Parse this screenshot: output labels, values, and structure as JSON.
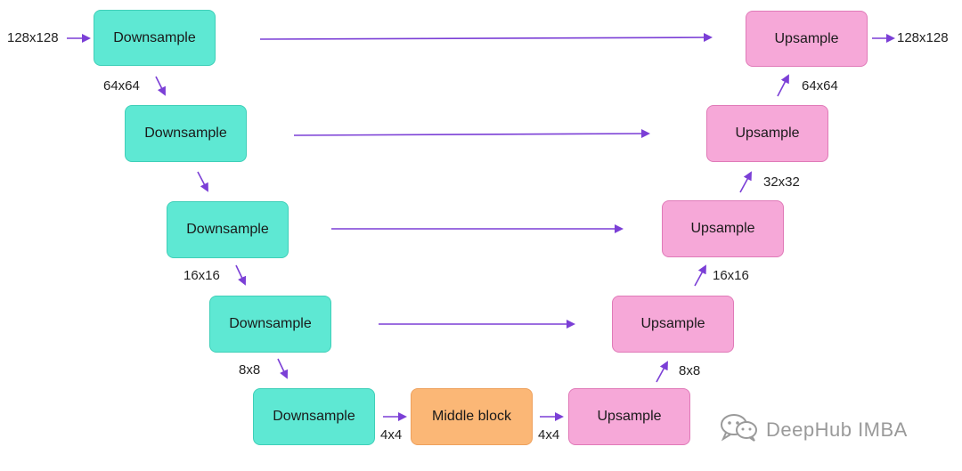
{
  "blocks": {
    "down_label": "Downsample",
    "up_label": "Upsample",
    "middle_label": "Middle block"
  },
  "dimensions": {
    "input": "128x128",
    "output": "128x128",
    "d1_to_d2": "64x64",
    "d3_to_d4": "16x16",
    "d4_to_d5": "8x8",
    "d5_to_mid": "4x4",
    "mid_to_u1": "4x4",
    "u1_to_u2": "8x8",
    "u2_to_u3": "16x16",
    "u3_to_u4": "32x32",
    "u4_to_u5": "64x64"
  },
  "watermark": {
    "text": "DeepHub IMBA",
    "icon": "wechat-icon"
  },
  "colors": {
    "downsample": "#5ee8d3",
    "upsample": "#f6a8d8",
    "middle": "#fbb776",
    "arrow": "#7b3fd6"
  }
}
